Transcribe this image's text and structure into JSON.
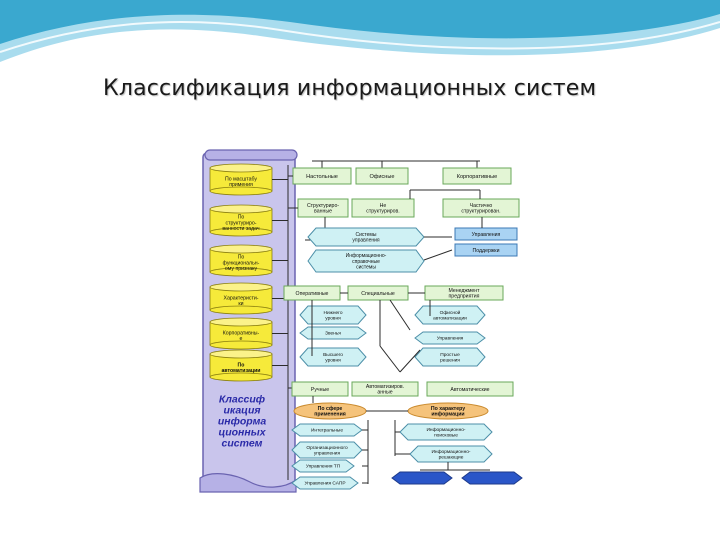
{
  "slide": {
    "title": "Классификация информационных систем"
  },
  "colors": {
    "wave_dark": "#3aa8cf",
    "wave_light": "#a9dcee",
    "scroll_fill": "#c9c5ec",
    "scroll_stroke": "#6a63b0",
    "cylinder_fill": "#f6ea3a",
    "box_green": "#e3f5d5",
    "box_green_stroke": "#6aa85a",
    "box_cyan": "#cff1f4",
    "box_cyan_stroke": "#4c8fa8",
    "box_orange": "#f5c37b",
    "box_blue": "#2a56c8",
    "line": "#2c2c2c",
    "scroll_text": "#2a2aa8"
  },
  "diagram": {
    "criteria": [
      "По масштабу\nпримения",
      "По\nструктуриро-\nванности задач",
      "По\nфункциональн-\nому признаку",
      "Характеристи-\nки",
      "Корпоративны-\nе",
      "По\nавтоматизации"
    ],
    "scroll_caption": [
      "Классиф",
      "икация",
      "информа",
      "ционных",
      "систем"
    ],
    "row1": [
      "Настольные",
      "Офисные",
      "Корпоративные"
    ],
    "row2": [
      "Структуриро-\nванные",
      "Не\nструктуриров.",
      "Частично\nструктурирован."
    ],
    "row2_hex": [
      "Системы\nуправления",
      "Информационно-\nсправочные\nсистемы"
    ],
    "row2_right": [
      "Управления",
      "Поддержки"
    ],
    "row3": [
      "Оперативные",
      "Специальные",
      "Менеджмент\nпредприятия"
    ],
    "row3_hex_left": [
      "Нижнего\nуровня",
      "Звенья",
      "Высшего\nуровня"
    ],
    "row3_hex_right": [
      "Офисной\nавтоматизации",
      "Управления",
      "Простые\nрешения"
    ],
    "row4": [
      "Ручные",
      "Автоматизиров.\nанные",
      "Автоматические"
    ],
    "row4_ovals": [
      "По сфере\nприменения",
      "По характеру\nинформации"
    ],
    "row5_left": [
      "Интегральные",
      "Организационного\nуправления",
      "Управления ТП",
      "Управления САПР"
    ],
    "row5_right": [
      "Информационно-\nпоисковые",
      "Информационно-\nрешающие"
    ],
    "row5_blue": [
      "",
      ""
    ]
  }
}
